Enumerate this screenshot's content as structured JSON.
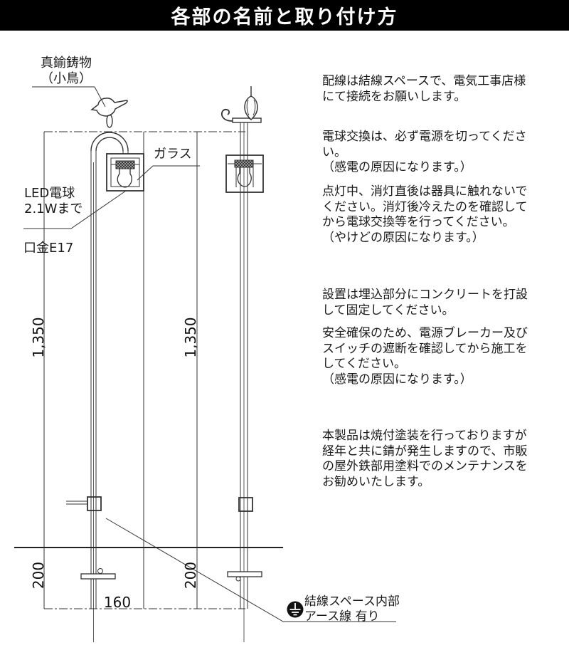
{
  "header": {
    "title": "各部の名前と取り付け方"
  },
  "diagram": {
    "part_labels": {
      "brass_bird": "真鍮鋳物\n（小鳥）",
      "glass": "ガラス",
      "led_bulb": "LED電球\n2.1Wまで",
      "socket_base": "口金E17",
      "ground_note": "結線スペース内部\nアース線 有り"
    },
    "dimensions": {
      "front_height": "1,350",
      "side_height": "1,350",
      "front_embed_depth": "200",
      "side_embed_depth": "200",
      "arm_offset": "160"
    }
  },
  "notes": [
    "配線は結線スペースで、電気工事店様\nにて接続をお願いします。",
    "電球交換は、必ず電源を切ってくださ\nい。\n（感電の原因になります。）",
    "点灯中、消灯直後は器具に触れないで\nください。消灯後冷えたのを確認して\nから電球交換等を行ってください。\n（やけどの原因になります。）",
    "設置は埋込部分にコンクリートを打設\nして固定してください。",
    "安全確保のため、電源ブレーカー及び\nスイッチの遮断を確認してから施工を\nしてください。\n（感電の原因になります。）",
    "本製品は焼付塗装を行っておりますが\n経年と共に錆が発生しますので、市販\nの屋外鉄部用塗料でのメンテナンスを\nお勧めいたします。"
  ],
  "colors": {
    "header_bg": "#000000",
    "header_text": "#ffffff",
    "line": "#333333",
    "background": "#ffffff"
  }
}
